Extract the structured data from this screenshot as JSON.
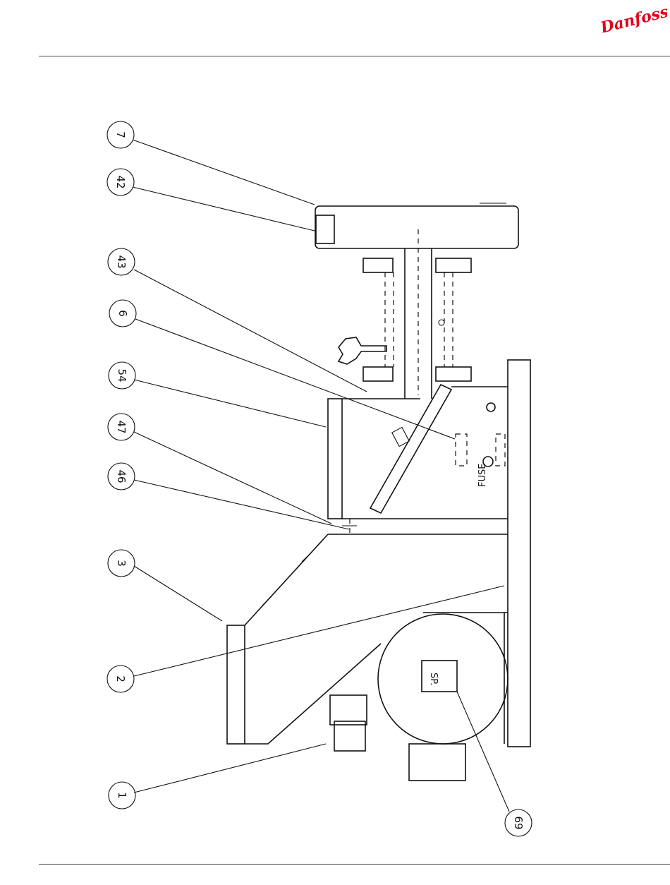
{
  "brand": {
    "name": "Danfoss",
    "color": "#e2001a"
  },
  "callouts": {
    "c7": "7",
    "c42": "42",
    "c43": "43",
    "c6": "6",
    "c54": "54",
    "c47": "47",
    "c46": "46",
    "c3": "3",
    "c2": "2",
    "c1": "1",
    "c69": "69"
  },
  "labels": {
    "fuse": "FUSE"
  }
}
